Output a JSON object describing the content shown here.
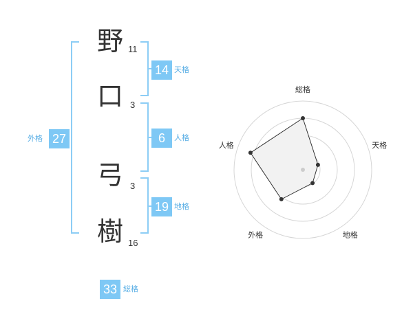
{
  "name": {
    "chars": [
      {
        "char": "野",
        "strokes": "11"
      },
      {
        "char": "口",
        "strokes": "3"
      },
      {
        "char": "弓",
        "strokes": "3"
      },
      {
        "char": "樹",
        "strokes": "16"
      }
    ]
  },
  "fortunes": {
    "tenkaku": {
      "value": "14",
      "label": "天格"
    },
    "jinkaku": {
      "value": "6",
      "label": "人格"
    },
    "chikaku": {
      "value": "19",
      "label": "地格"
    },
    "gaikaku": {
      "value": "27",
      "label": "外格"
    },
    "soukaku": {
      "value": "33",
      "label": "総格"
    }
  },
  "colors": {
    "accent": "#7ec8f5",
    "accent_text": "#58aee5",
    "text": "#333333"
  },
  "chart_data": {
    "type": "radar",
    "axes": [
      "総格",
      "天格",
      "地格",
      "外格",
      "人格"
    ],
    "scale_rings": 4,
    "values": [
      0.75,
      0.23,
      0.24,
      0.53,
      0.8
    ],
    "grid": true,
    "fill_color": "#f2f2f2",
    "line_color": "#333333"
  }
}
